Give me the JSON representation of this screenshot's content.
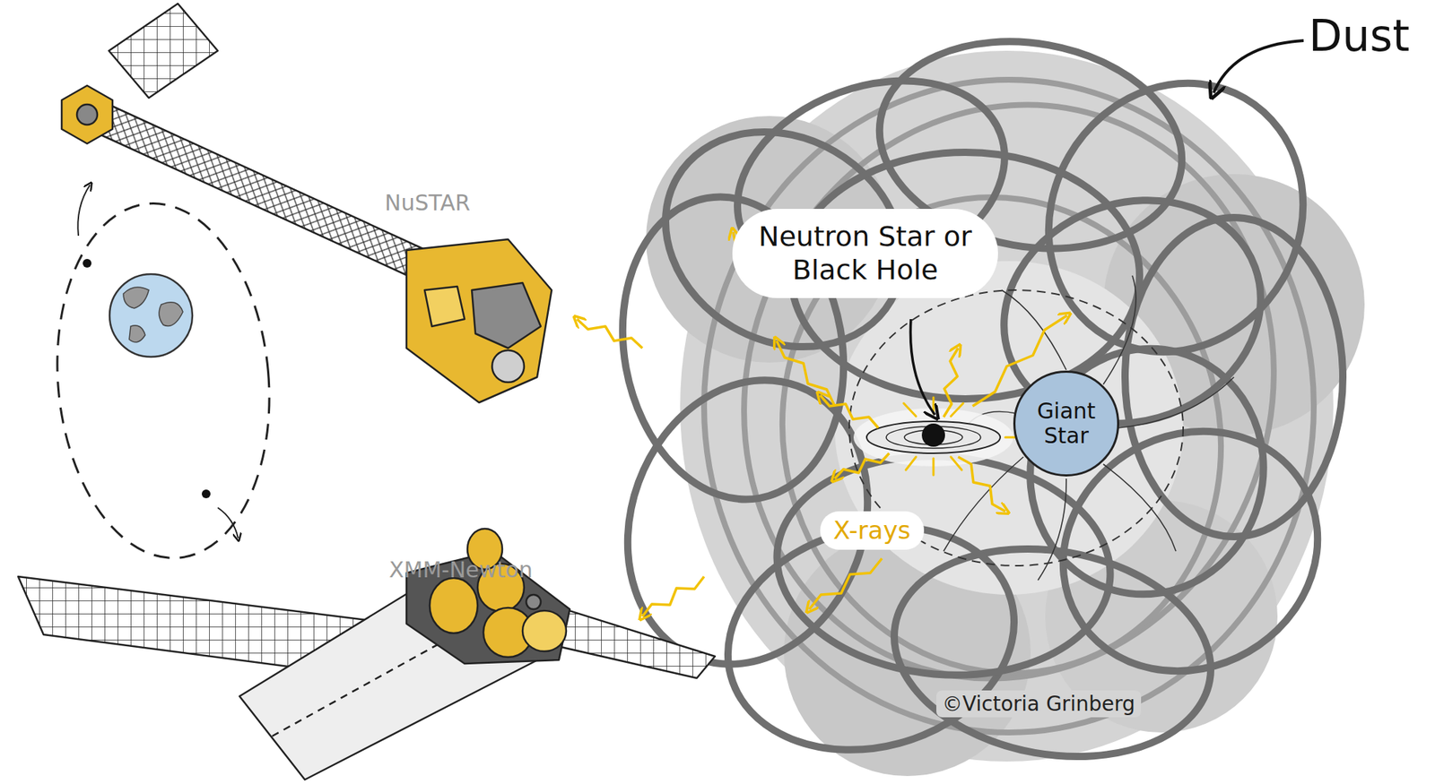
{
  "diagram": {
    "nodes": [
      {
        "text": [
          "Neutron Star or Black Hole"
        ]
      },
      {
        "text": [
          "Giant Star"
        ]
      },
      {
        "text": [
          "X-rays"
        ]
      }
    ],
    "labels": [
      "Dust",
      "NuSTAR",
      "XMM-Newton",
      "©Victoria Grinberg"
    ]
  }
}
